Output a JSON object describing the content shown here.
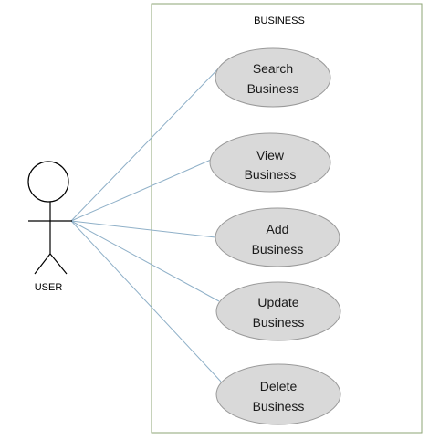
{
  "system": {
    "title": "BUSINESS"
  },
  "actor": {
    "label": "USER"
  },
  "use_cases": [
    {
      "line1": "Search",
      "line2": "Business"
    },
    {
      "line1": "View",
      "line2": "Business"
    },
    {
      "line1": "Add",
      "line2": "Business"
    },
    {
      "line1": "Update",
      "line2": "Business"
    },
    {
      "line1": "Delete",
      "line2": "Business"
    }
  ],
  "colors": {
    "boundary": "#8ea476",
    "association": "#8fb0c8",
    "usecase_fill": "#d9d9d9",
    "usecase_stroke": "#9a9a9a",
    "actor_stroke": "#000000"
  }
}
